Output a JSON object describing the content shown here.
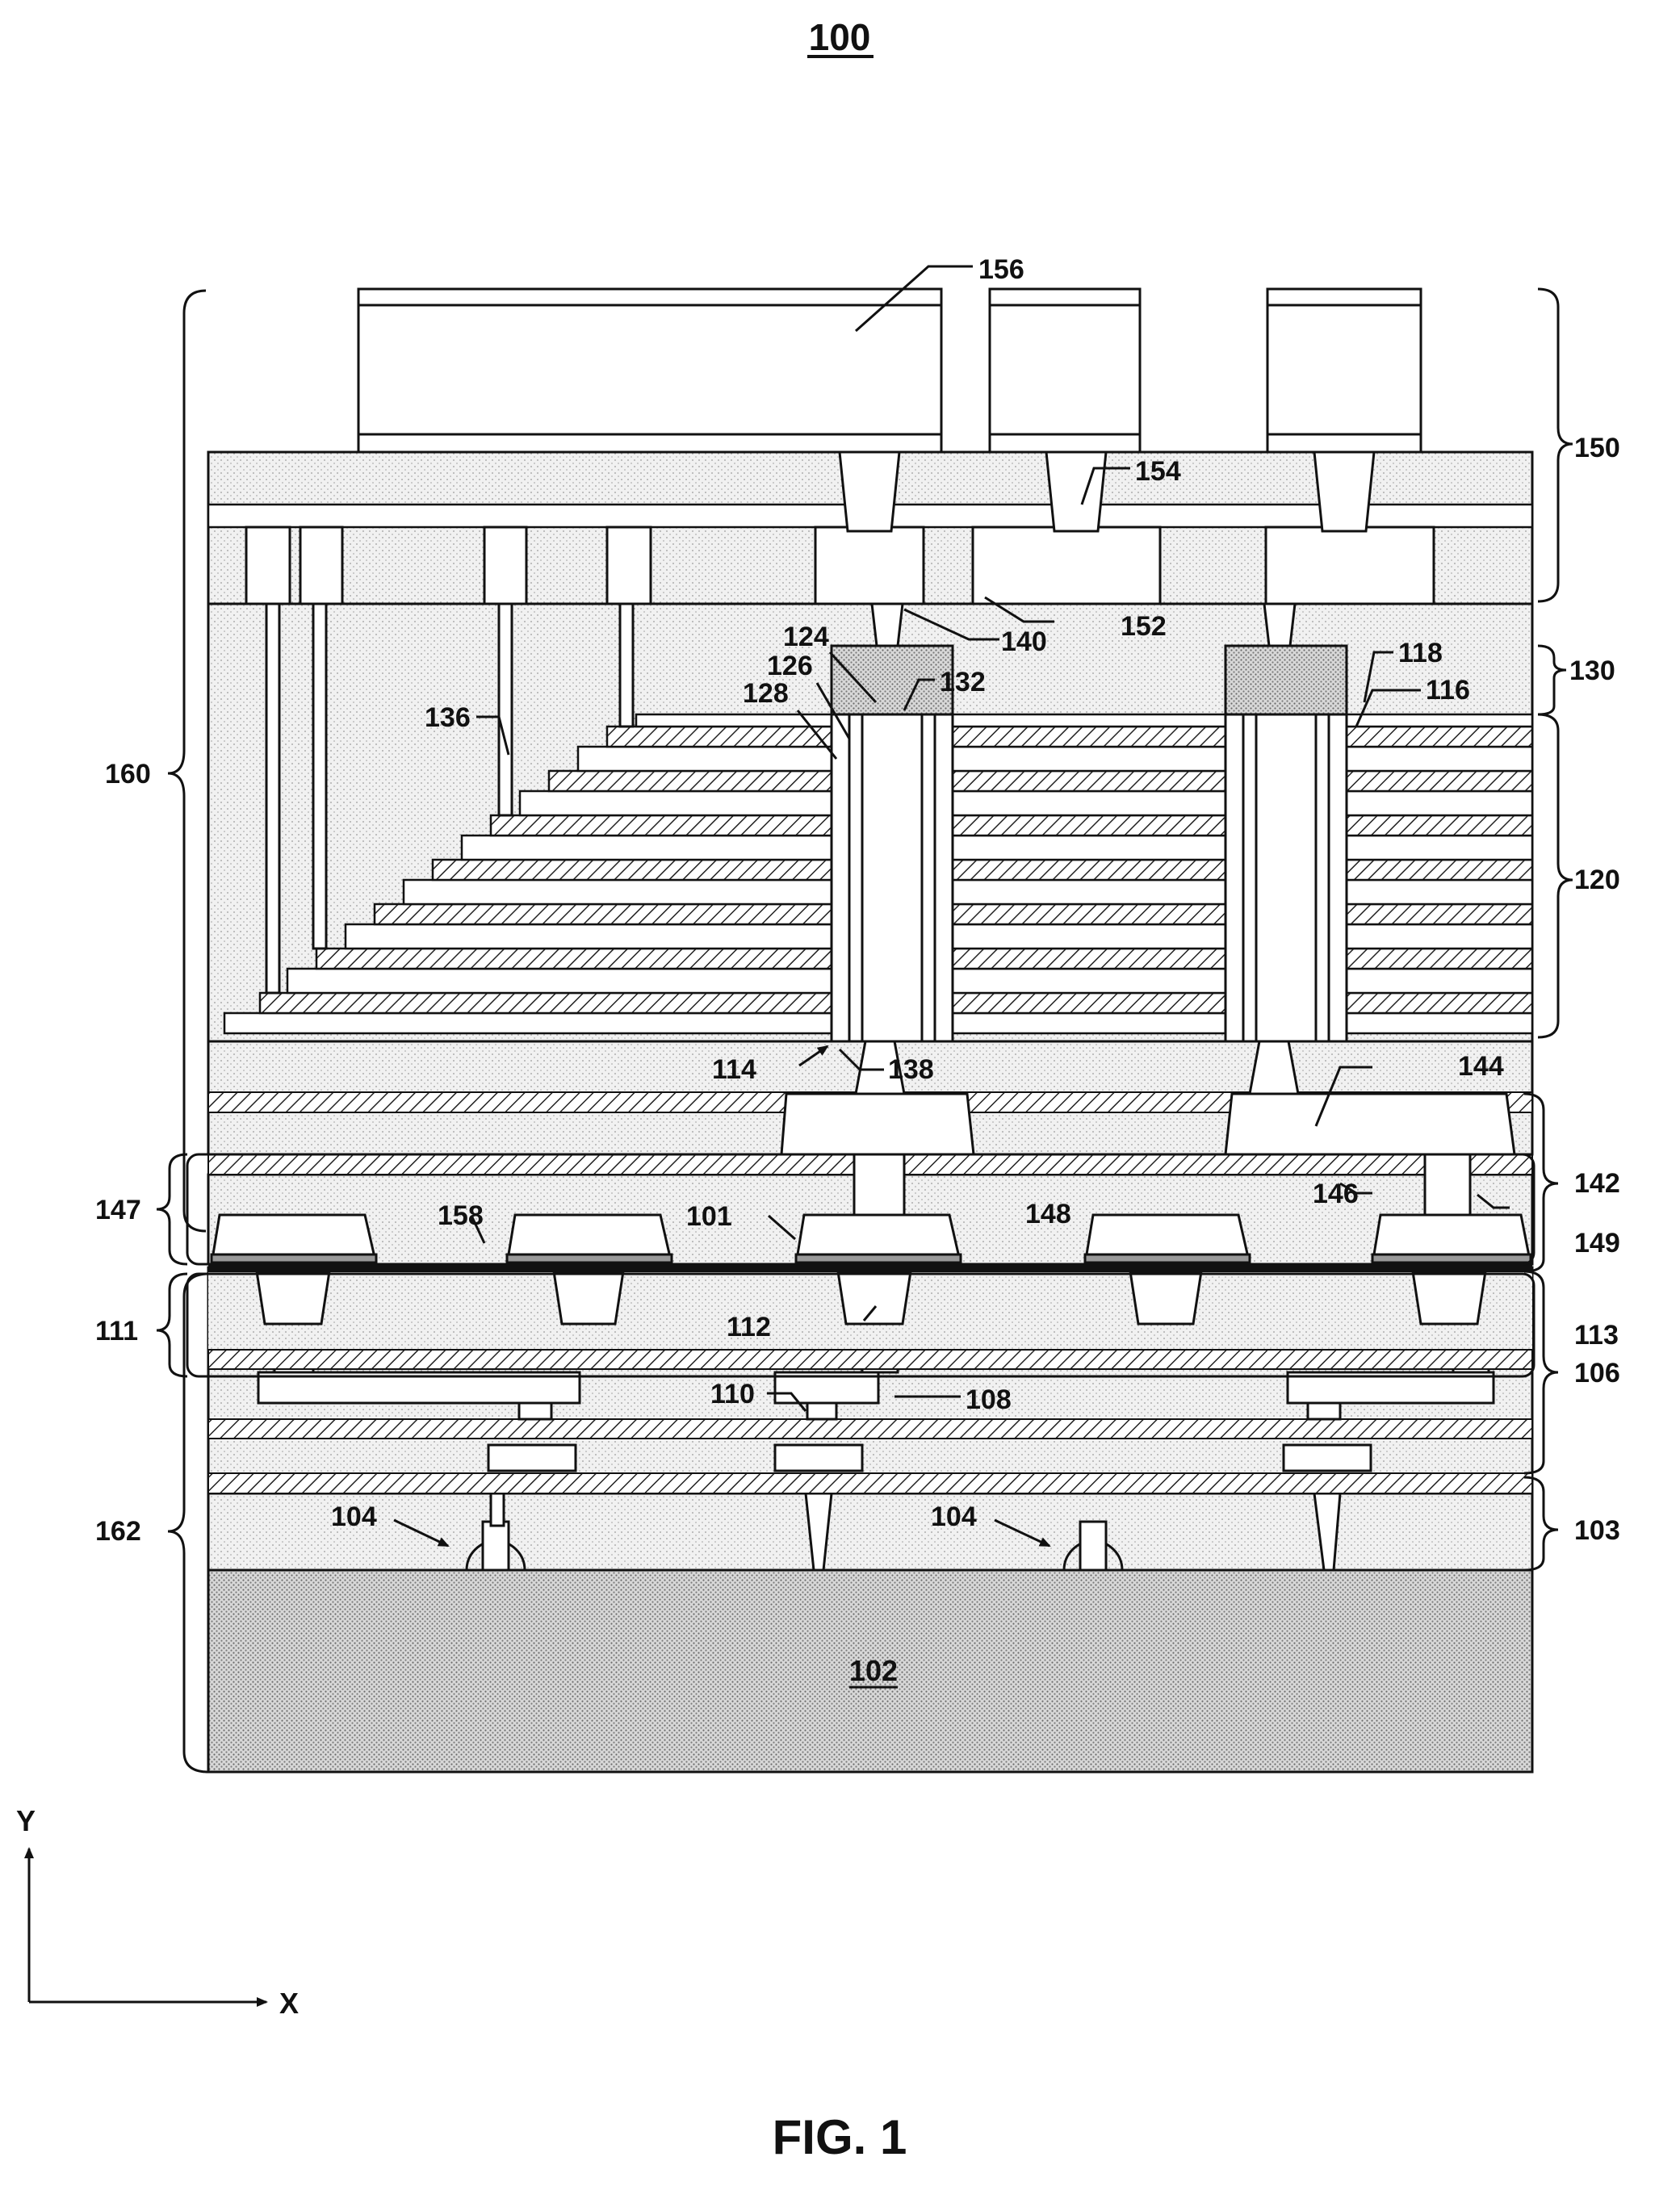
{
  "figure": {
    "number": "100",
    "caption": "FIG. 1"
  },
  "labels": {
    "l100": "100",
    "l156": "156",
    "l150": "150",
    "l154": "154",
    "l152": "152",
    "l140": "140",
    "l124": "124",
    "l126": "126",
    "l128": "128",
    "l132": "132",
    "l118": "118",
    "l116": "116",
    "l130": "130",
    "l136": "136",
    "l160": "160",
    "l120": "120",
    "l114": "114",
    "l138": "138",
    "l144": "144",
    "l142": "142",
    "l146": "146",
    "l147": "147",
    "l158": "158",
    "l101": "101",
    "l148": "148",
    "l149": "149",
    "l111": "111",
    "l112": "112",
    "l113": "113",
    "l106": "106",
    "l110": "110",
    "l108": "108",
    "l104a": "104",
    "l104b": "104",
    "l162": "162",
    "l103": "103",
    "l102": "102"
  },
  "axes": {
    "y": "Y",
    "x": "X"
  }
}
